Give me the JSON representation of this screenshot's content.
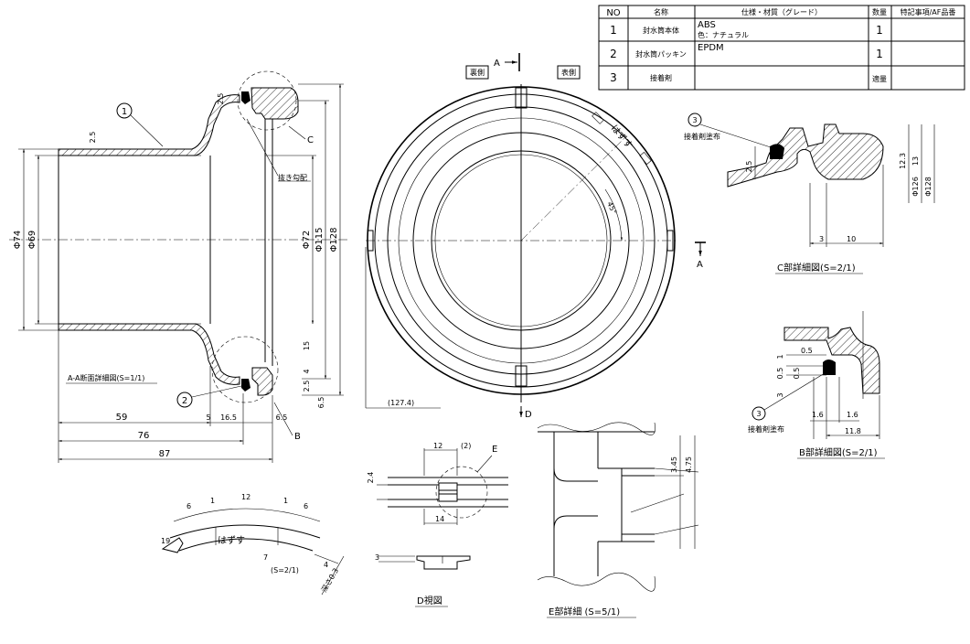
{
  "parts_table": {
    "headers": [
      "NO",
      "名称",
      "仕様・材質（グレード）",
      "数量",
      "特記事項/AF品番"
    ],
    "rows": [
      {
        "no": "1",
        "name": "封水筒本体",
        "spec1": "ABS",
        "spec2": "色：ナチュラル",
        "qty": "1",
        "note": ""
      },
      {
        "no": "2",
        "name": "封水筒パッキン",
        "spec1": "EPDM",
        "spec2": "",
        "qty": "1",
        "note": ""
      },
      {
        "no": "3",
        "name": "接着剤",
        "spec1": "",
        "spec2": "",
        "qty": "適量",
        "note": ""
      }
    ]
  },
  "section_aa": {
    "title": "A-A断面詳細図(S=1/1)",
    "balloon_1": "1",
    "balloon_2": "2",
    "callout_c": "C",
    "callout_b": "B",
    "draft_note": "抜き勾配",
    "dims": {
      "t25_top": "2.5",
      "t25_lip": "2.5",
      "d74": "Φ74",
      "d69": "Φ69",
      "d72": "Φ72",
      "d115": "Φ115",
      "d128": "Φ128",
      "v15": "15",
      "v4": "4",
      "v25b": "2.5",
      "v65": "6.5",
      "h59": "59",
      "h5": "5",
      "h165": "16.5",
      "h65": "6.5",
      "h76": "76",
      "h87": "87"
    }
  },
  "front_view": {
    "label_back": "裏側",
    "label_front": "表側",
    "section_a_top": "A",
    "section_a_right": "A",
    "view_d": "D",
    "radius_dim": "(127.4)",
    "angle": "45°",
    "engrave_text": "はずす"
  },
  "detail_c": {
    "title": "C部詳細図(S=2/1)",
    "balloon": "3",
    "note": "接着剤塗布",
    "dims": {
      "v25": "2.5",
      "v123": "12.3",
      "v127": "13",
      "d126": "Φ126",
      "d128": "Φ128",
      "h3": "3",
      "h10": "10"
    }
  },
  "detail_b": {
    "title": "B部詳細図(S=2/1)",
    "balloon": "3",
    "note": "接着剤塗布",
    "dims": {
      "v1": "1",
      "v05a": "0.5",
      "v05b": "0.5",
      "v3": "3",
      "h05": "0.5",
      "h16a": "1.6",
      "h16b": "1.6",
      "h118": "11.8"
    }
  },
  "view_d": {
    "title": "D視図",
    "dims": {
      "h12": "12",
      "h2": "(2)",
      "v24": "2.4",
      "h14": "14",
      "v3": "3"
    },
    "callout_e": "E"
  },
  "detail_e": {
    "title": "E部詳細 (S=5/1)",
    "dims": {
      "v345": "3.45",
      "v475": "4.75"
    }
  },
  "arc_detail": {
    "scale": "(S=2/1)",
    "text": "はずす",
    "dims": {
      "a6a": "6",
      "a1a": "1",
      "a12": "12",
      "a1b": "1",
      "a6b": "6",
      "a19": "19",
      "a7": "7",
      "a4": "4",
      "depth": "深さ0.3"
    }
  }
}
